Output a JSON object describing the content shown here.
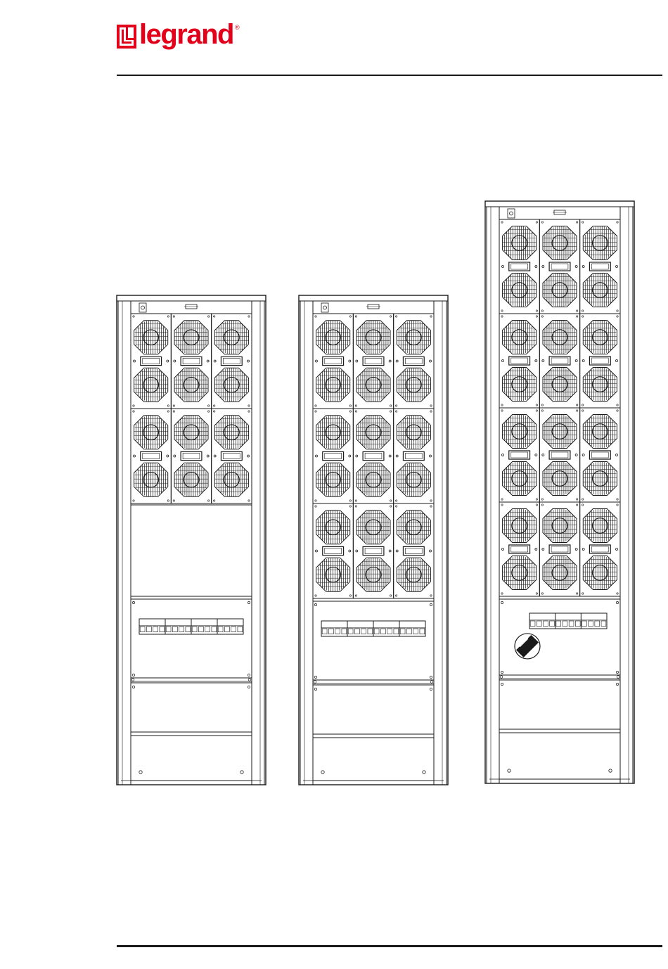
{
  "brand": {
    "name": "legrand",
    "registered_mark": "®",
    "color": "#e2001a"
  },
  "cabinets": [
    {
      "id": "cabinet-small",
      "module_rows": 2,
      "module_columns": 3,
      "has_rotary_switch": false
    },
    {
      "id": "cabinet-medium",
      "module_rows": 3,
      "module_columns": 3,
      "has_rotary_switch": false
    },
    {
      "id": "cabinet-large",
      "module_rows": 4,
      "module_columns": 3,
      "has_rotary_switch": true
    }
  ],
  "colors": {
    "line": "#1a1a1a",
    "fill": "#ffffff"
  }
}
